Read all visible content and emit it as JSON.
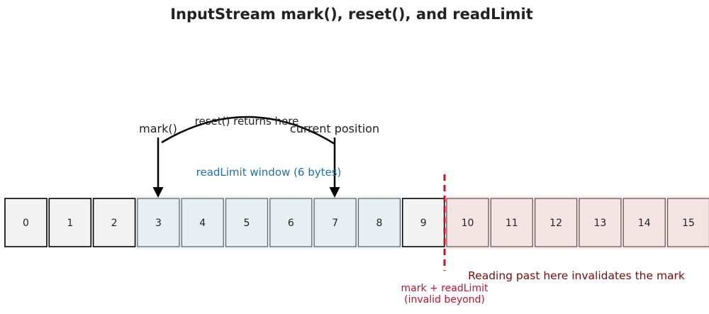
{
  "title": "InputStream mark(), reset(), and readLimit",
  "bytes": [
    "0",
    "1",
    "2",
    "3",
    "4",
    "5",
    "6",
    "7",
    "8",
    "9",
    "10",
    "11",
    "12",
    "13",
    "14",
    "15"
  ],
  "mark_index": 3,
  "current_index": 7,
  "limit_index": 9,
  "labels": {
    "mark": "mark()",
    "current": "current position",
    "reset": "reset() returns here",
    "window": "readLimit window (6 bytes)",
    "limit_line_1": "mark + readLimit",
    "limit_line_2": "(invalid beyond)",
    "invalid_note": "Reading past here invalidates the mark"
  },
  "colors": {
    "normal_fill": "#f2f2f2",
    "window_fill": "#e8eff3",
    "invalid_fill": "#f4e4e4",
    "window_text": "#1f6fad",
    "limit_line": "#c8102e",
    "invalid_text": "#7a0a0a"
  }
}
